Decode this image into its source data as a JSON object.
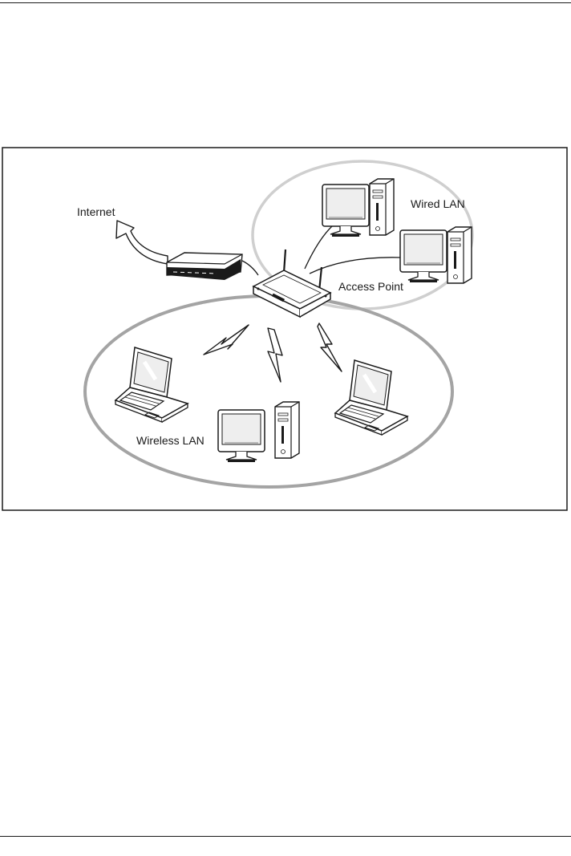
{
  "figure": {
    "labels": {
      "internet": "Internet",
      "wired_lan": "Wired LAN",
      "access_point": "Access Point",
      "wireless_lan": "Wireless LAN"
    },
    "colors": {
      "frame": "#1a1a1a",
      "wired_group_ring": "#cfcfcf",
      "wireless_group_ring": "#a4a4a4",
      "device_line": "#1a1a1a",
      "screen_fill": "#eeeeee",
      "signal_fill": "#ffffff"
    },
    "icons": [
      "internet-arrow-icon",
      "router-icon",
      "access-point-icon",
      "desktop-pc-icon",
      "laptop-icon",
      "wireless-signal-icon"
    ]
  }
}
